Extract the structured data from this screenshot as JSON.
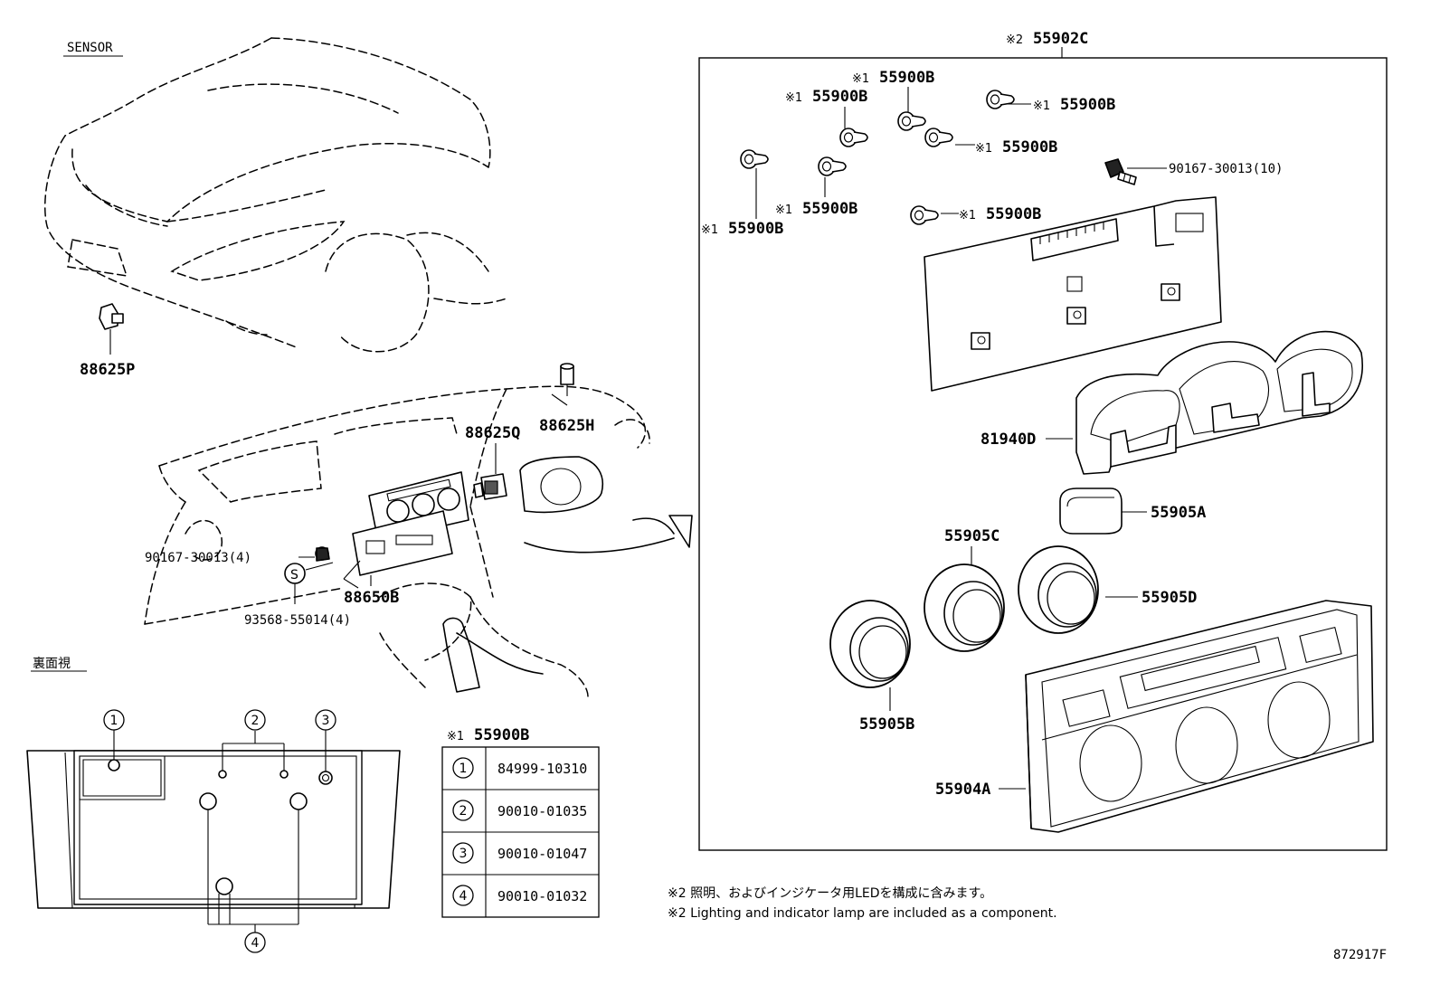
{
  "diagram": {
    "sections": {
      "sensor": "SENSOR",
      "rear_view": "裏面視"
    },
    "labels": {
      "box_part": "55902C",
      "box_mark": "※2",
      "bulb_mark": "※1",
      "bulb_part": "55900B",
      "screw_10": "90167-30013(10)",
      "panel": "81940D",
      "button": "55905A",
      "knob_c": "55905C",
      "knob_d": "55905D",
      "knob_b": "55905B",
      "bezel": "55904A",
      "sensor_ext": "88625P",
      "sensor_q": "88625Q",
      "sensor_h": "88625H",
      "screw_4": "90167-30013(4)",
      "unit": "88650B",
      "clip": "93568-55014(4)",
      "clip_symbol": "S",
      "drawing_no": "872917F"
    },
    "table": {
      "title_mark": "※1",
      "title_part": "55900B",
      "rows": [
        {
          "num": "1",
          "part": "84999-10310"
        },
        {
          "num": "2",
          "part": "90010-01035"
        },
        {
          "num": "3",
          "part": "90010-01047"
        },
        {
          "num": "4",
          "part": "90010-01032"
        }
      ]
    },
    "rear_callouts": [
      "1",
      "2",
      "3",
      "4"
    ],
    "notes": [
      "※2 照明、およびインジケータ用LEDを構成に含みます。",
      "※2 Lighting and indicator lamp are included as a component."
    ]
  }
}
